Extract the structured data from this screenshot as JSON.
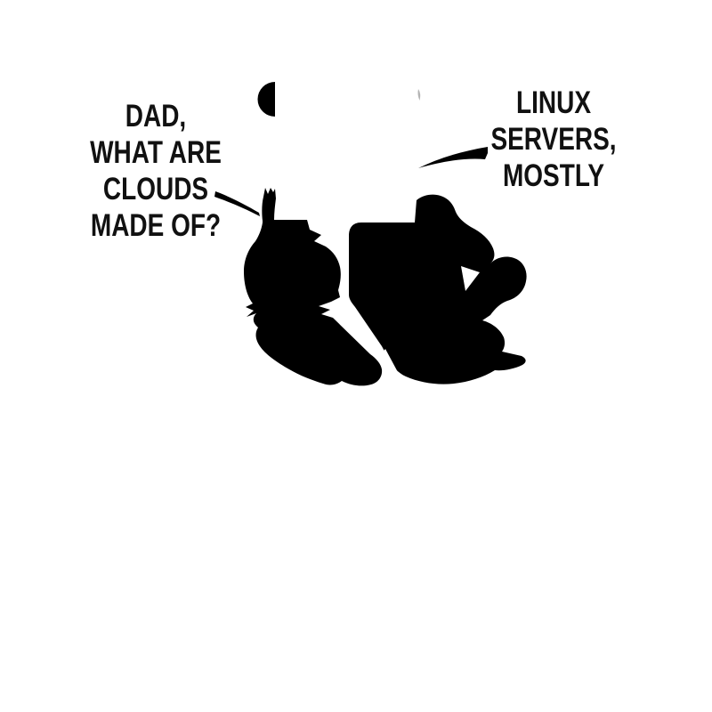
{
  "image": {
    "background_color": "#ffffff",
    "silhouette_color": "#000000",
    "text_color": "#111111",
    "faint_detail_color": "#9a9a9a"
  },
  "speech": {
    "question": {
      "speaker": "child",
      "lines": [
        "DAD,",
        "WHAT ARE",
        "CLOUDS",
        "MADE OF?"
      ]
    },
    "answer": {
      "speaker": "dad",
      "lines": [
        "LINUX",
        "SERVERS,",
        "MOSTLY"
      ]
    }
  },
  "scene": {
    "elements": [
      "cloud-edge-arc",
      "cloud-edge-sliver",
      "question-tail",
      "answer-tail",
      "child-silhouette",
      "dad-laptop-silhouette"
    ]
  }
}
